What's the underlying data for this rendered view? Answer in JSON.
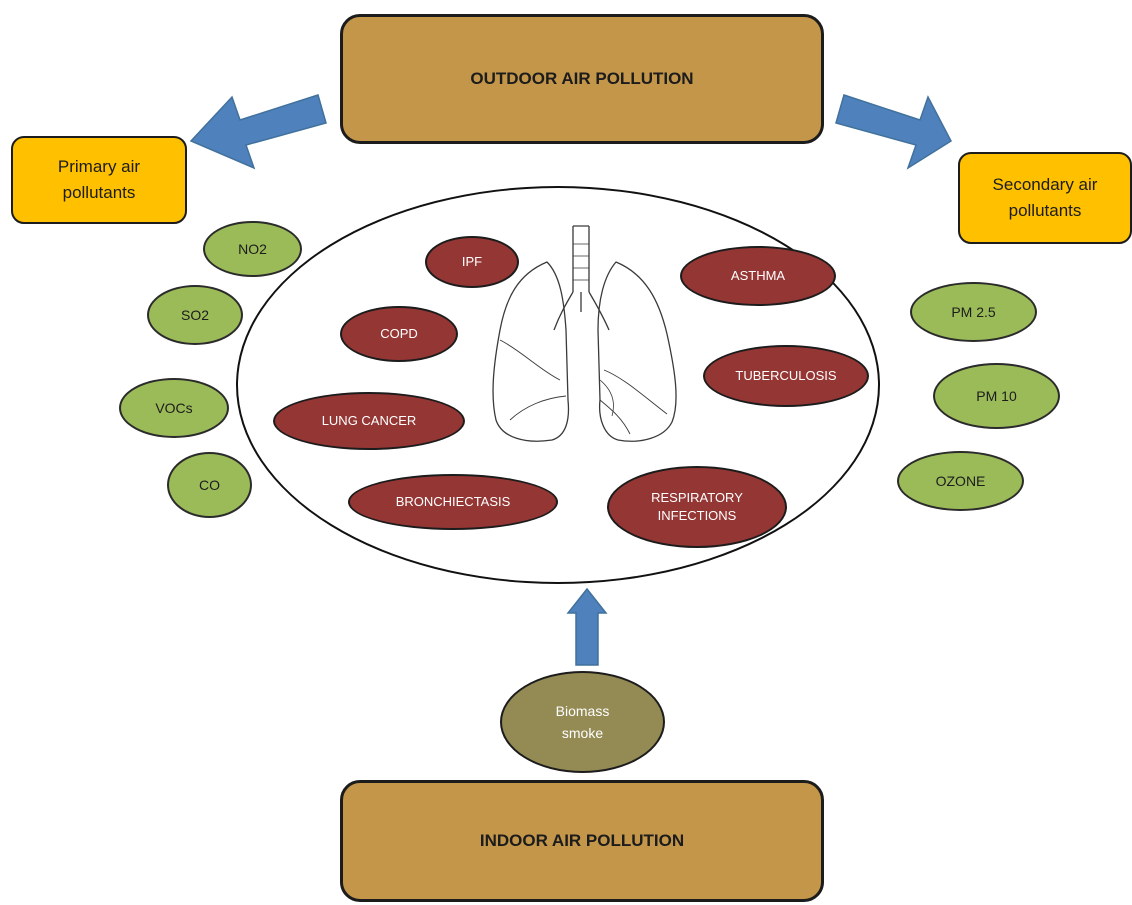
{
  "outdoor": {
    "label": "OUTDOOR AIR POLLUTION"
  },
  "indoor": {
    "label": "INDOOR AIR POLLUTION"
  },
  "primary": {
    "label": "Primary air pollutants"
  },
  "secondary": {
    "label": "Secondary air pollutants"
  },
  "primary_pollutants": [
    "NO2",
    "SO2",
    "VOCs",
    "CO"
  ],
  "secondary_pollutants": [
    "PM 2.5",
    "PM 10",
    "OZONE"
  ],
  "diseases": {
    "ipf": "IPF",
    "asthma": "ASTHMA",
    "copd": "COPD",
    "tuberculosis": "TUBERCULOSIS",
    "lung_cancer": "LUNG CANCER",
    "bronchiectasis": "BRONCHIECTASIS",
    "respiratory_infections": "RESPIRATORY INFECTIONS"
  },
  "biomass": {
    "label": "Biomass smoke"
  },
  "colors": {
    "box_brown": "#c4964a",
    "box_gold": "#ffc000",
    "pollutant_green": "#9bbb59",
    "disease_red": "#943634",
    "biomass_olive": "#948a54",
    "arrow_blue": "#4f81bd"
  },
  "icons": {
    "lungs": "lungs-icon"
  }
}
